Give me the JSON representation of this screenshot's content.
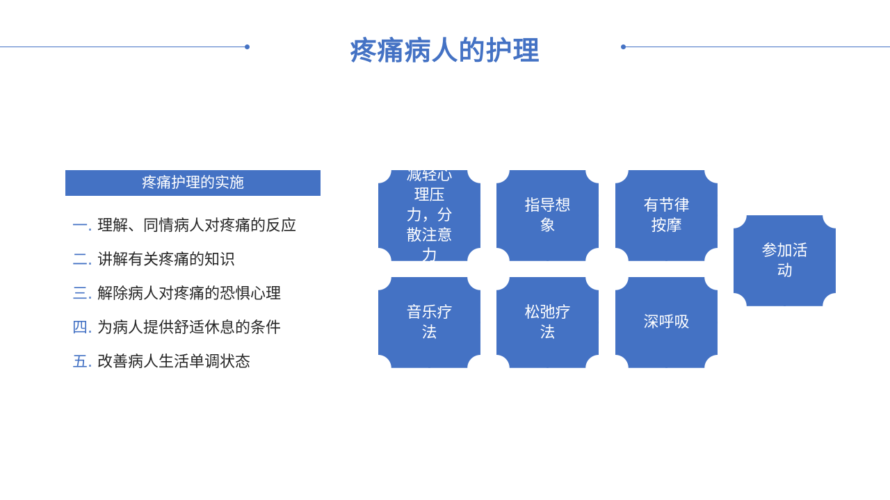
{
  "title": "疼痛病人的护理",
  "section": {
    "header": "疼痛护理的实施",
    "items": [
      {
        "num": "一.",
        "text": "理解、同情病人对疼痛的反应"
      },
      {
        "num": "二.",
        "text": "讲解有关疼痛的知识"
      },
      {
        "num": "三.",
        "text": "解除病人对疼痛的恐惧心理"
      },
      {
        "num": "四.",
        "text": "为病人提供舒适休息的条件"
      },
      {
        "num": "五.",
        "text": "改善病人生活单调状态"
      }
    ]
  },
  "tiles": {
    "t1": "减轻心理压力，分散注意力",
    "t2": "指导想象",
    "t3": "有节律按摩",
    "t4": "参加活动",
    "t5": "音乐疗法",
    "t6": "松弛疗法",
    "t7": "深呼吸"
  },
  "colors": {
    "accent": "#4472c4",
    "text": "#262626",
    "background": "#ffffff"
  }
}
